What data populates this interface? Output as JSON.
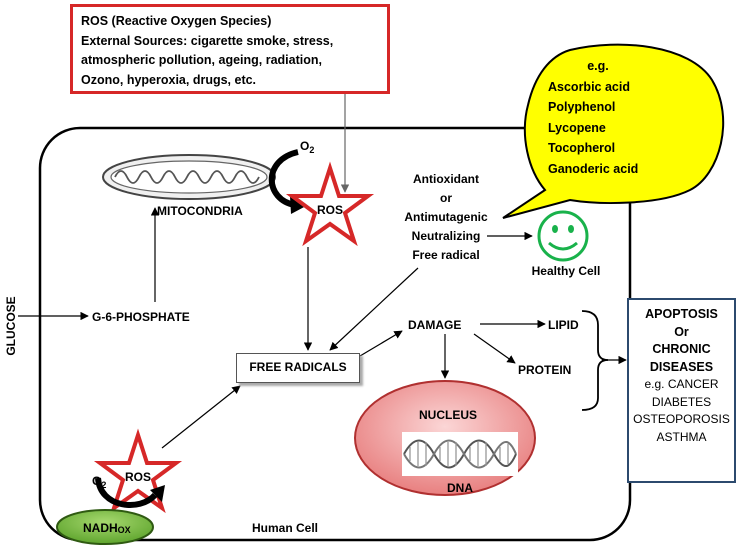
{
  "ros_box": {
    "title": "ROS (Reactive Oxygen Species)",
    "line1": "External Sources: cigarette smoke, stress,",
    "line2": "atmospheric pollution,  ageing, radiation,",
    "line3": "Ozono, hyperoxia, drugs, etc."
  },
  "bubble": {
    "eg": "e.g.",
    "items": [
      "Ascorbic acid",
      "Polyphenol",
      "Lycopene",
      "Tocopherol",
      "Ganoderic acid"
    ]
  },
  "antioxidant": [
    "Antioxidant",
    "or",
    "Antimutagenic",
    "Neutralizing",
    "Free radical"
  ],
  "labels": {
    "mitocondria": "MITOCONDRIA",
    "ros_top": "ROS",
    "ros_bottom": "ROS",
    "o2": "O",
    "o2_sub": "2",
    "glucose": "GLUCOSE",
    "g6p": "G-6-PHOSPHATE",
    "free_radicals": "FREE RADICALS",
    "damage": "DAMAGE",
    "lipid": "LIPID",
    "protein": "PROTEIN",
    "nucleus": "NUCLEUS",
    "dna": "DNA",
    "healthy_cell": "Healthy Cell",
    "nadh": "NADH",
    "nadh_sub": "OX",
    "human_cell": "Human Cell"
  },
  "outcome": {
    "line1": "APOPTOSIS",
    "line2": "Or",
    "line3": "CHRONIC",
    "line4": "DISEASES",
    "line5": "e.g. CANCER",
    "line6": "DIABETES",
    "line7": "OSTEOPOROSIS",
    "line8": "ASTHMA"
  },
  "colors": {
    "ros_border": "#d62828",
    "bubble_fill": "#ffff00",
    "smiley": "#19b24b",
    "nucleus_fill": "#f2a8a8",
    "nadh_fill": "#7dc142",
    "outcome_border": "#2c4a6e"
  }
}
